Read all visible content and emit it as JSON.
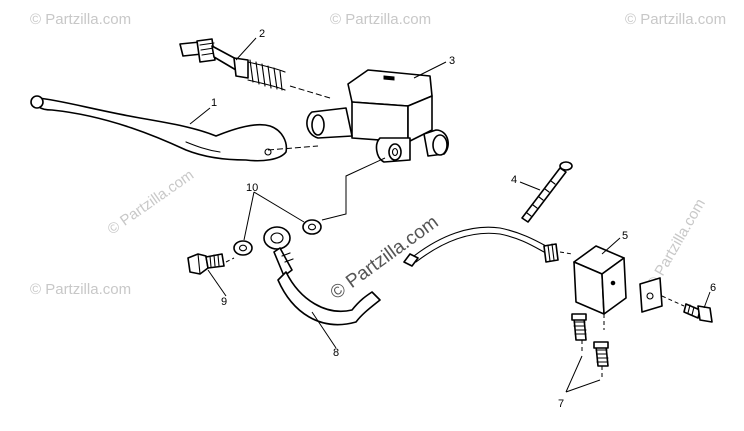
{
  "watermark": {
    "text": "© Partzilla.com"
  },
  "callouts": [
    {
      "label": "1"
    },
    {
      "label": "2"
    },
    {
      "label": "3"
    },
    {
      "label": "4"
    },
    {
      "label": "5"
    },
    {
      "label": "6"
    },
    {
      "label": "7"
    },
    {
      "label": "8"
    },
    {
      "label": "9"
    },
    {
      "label": "10"
    }
  ],
  "colors": {
    "line": "#000000",
    "background": "#ffffff",
    "watermark_light": "#c8c8c8",
    "watermark_dark": "#555555"
  }
}
